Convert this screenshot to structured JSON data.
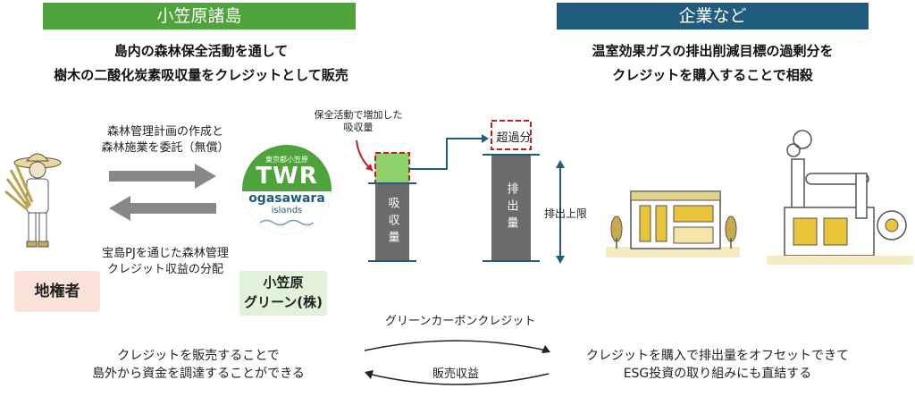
{
  "left": {
    "banner": "小笠原諸島",
    "headline_line1": "島内の森林保全活動を通して",
    "headline_line2": "樹木の二酸化炭素吸収量をクレジットとして販売",
    "arrow_right_text_line1": "森林管理計画の作成と",
    "arrow_right_text_line2": "森林施業を委託（無償）",
    "arrow_left_text_line1": "宝島PJを通じた森林管理",
    "arrow_left_text_line2": "クレジット収益の分配",
    "landowner": "地権者",
    "company_line1": "小笠原",
    "company_line2": "グリーン(株)",
    "logo_main": "TWR",
    "logo_sub1": "ogasawara",
    "logo_sub2": "islands",
    "logo_top": "東京都小笠原",
    "bottom_line1": "クレジットを販売することで",
    "bottom_line2": "島外から資金を調達することができる"
  },
  "right": {
    "banner": "企業など",
    "headline_line1": "温室効果ガスの排出削減目標の過剰分を",
    "headline_line2": "クレジットを購入することで相殺",
    "bottom_line1": "クレジットを購入で排出量をオフセットできて",
    "bottom_line2": "ESG投資の取り組みにも直結する"
  },
  "center": {
    "note_line1": "保全活動で増加した",
    "note_line2": "吸収量",
    "absorption_bar": "吸収量",
    "emission_bar": "排出量",
    "excess_label": "超過分",
    "limit_label": "排出上限",
    "flow_top": "グリーンカーボンクレジット",
    "flow_bottom": "販売収益"
  },
  "colors": {
    "green": "#4ea33b",
    "blue": "#1f5c7d",
    "bar_gray": "#6b6b6b",
    "light_green": "#8fd16a",
    "dashed_red": "#c0201e"
  }
}
